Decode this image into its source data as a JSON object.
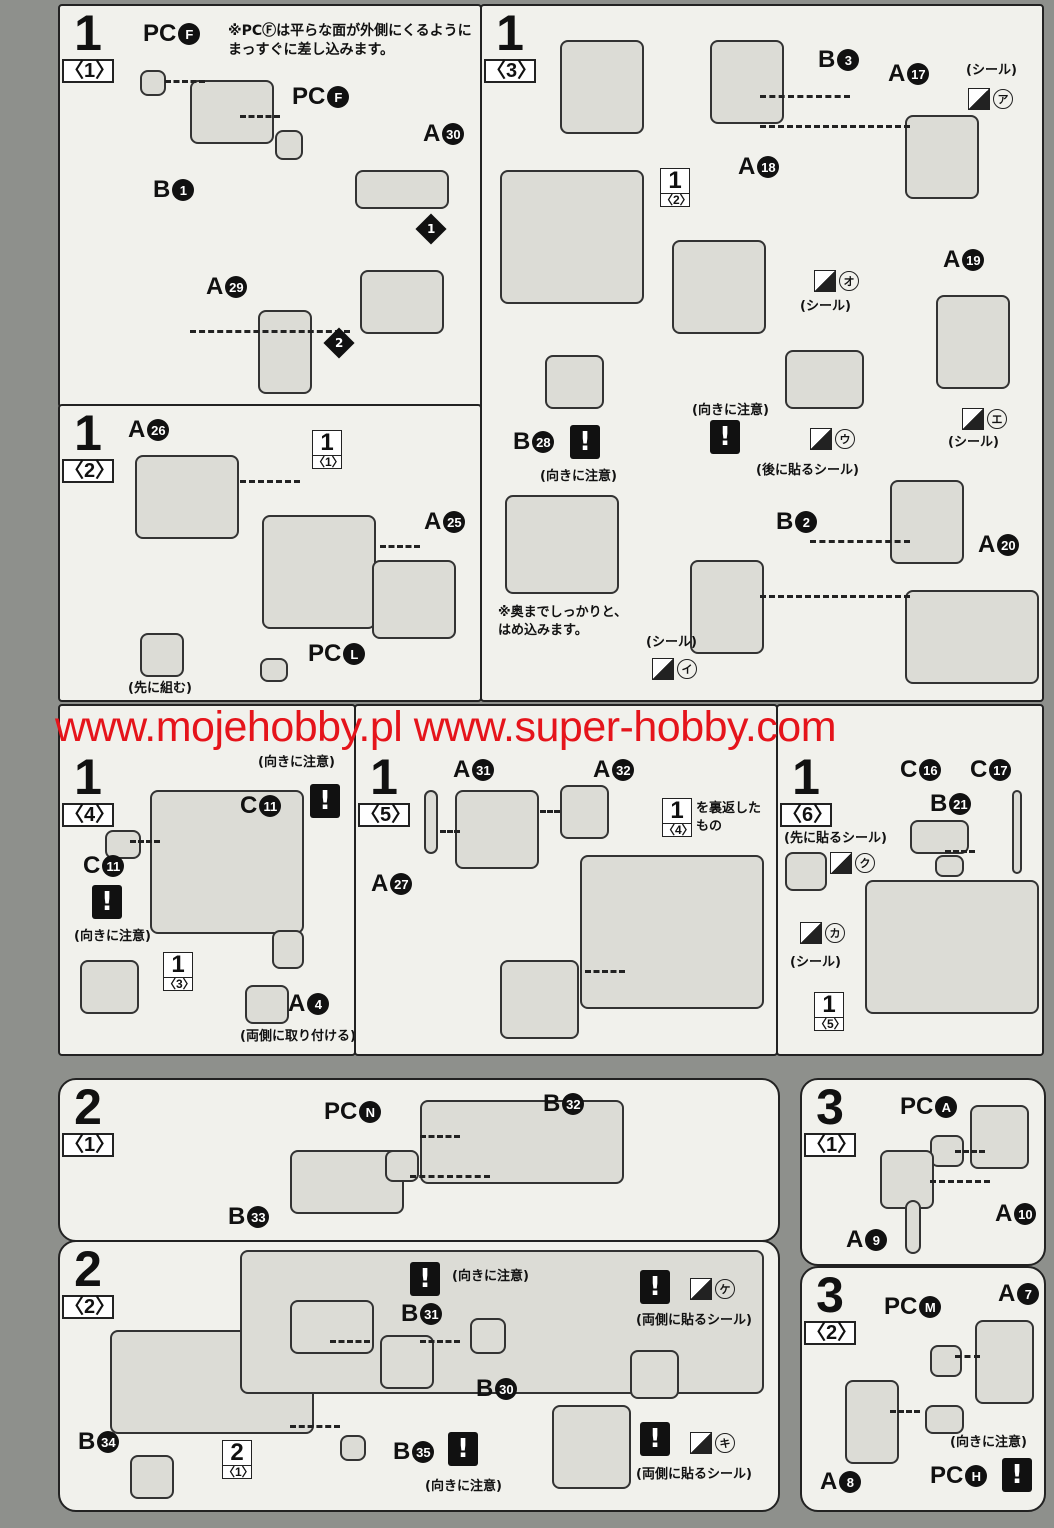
{
  "watermark": "www.mojehobby.pl www.super-hobby.com",
  "panels": [
    {
      "id": "1-1",
      "step": "1",
      "sub": "〈1〉",
      "note": "※PCⒻは平らな面が外側にくるようにまっすぐに差し込みます。",
      "parts": [
        {
          "l": "PC",
          "n": "F"
        },
        {
          "l": "PC",
          "n": "F"
        },
        {
          "l": "B",
          "n": "1"
        },
        {
          "l": "A",
          "n": "30"
        },
        {
          "l": "A",
          "n": "29"
        }
      ],
      "order": [
        "1",
        "2"
      ]
    },
    {
      "id": "1-3",
      "step": "1",
      "sub": "〈3〉",
      "parts": [
        {
          "l": "B",
          "n": "3"
        },
        {
          "l": "A",
          "n": "17"
        },
        {
          "l": "A",
          "n": "18"
        },
        {
          "l": "B",
          "n": "28"
        },
        {
          "l": "A",
          "n": "19"
        },
        {
          "l": "B",
          "n": "2"
        },
        {
          "l": "A",
          "n": "20"
        }
      ],
      "refs": [
        {
          "n": "1",
          "s": "〈2〉"
        }
      ],
      "notes": [
        "(シール)",
        "(向きに注意)",
        "(シール)",
        "(向きに注意)",
        "(後に貼るシール)",
        "(シール)",
        "(シール)",
        "※奥までしっかりと、\nはめ込みます。"
      ],
      "seals": [
        "ア",
        "オ",
        "ウ",
        "エ",
        "イ"
      ]
    },
    {
      "id": "1-2",
      "step": "1",
      "sub": "〈2〉",
      "parts": [
        {
          "l": "A",
          "n": "26"
        },
        {
          "l": "A",
          "n": "25"
        },
        {
          "l": "PC",
          "n": "L"
        }
      ],
      "refs": [
        {
          "n": "1",
          "s": "〈1〉"
        }
      ],
      "notes": [
        "(先に組む)"
      ]
    },
    {
      "id": "1-4",
      "step": "1",
      "sub": "〈4〉",
      "parts": [
        {
          "l": "C",
          "n": "11"
        },
        {
          "l": "C",
          "n": "11"
        },
        {
          "l": "A",
          "n": "4"
        }
      ],
      "refs": [
        {
          "n": "1",
          "s": "〈3〉"
        }
      ],
      "notes": [
        "(向きに注意)",
        "(向きに注意)",
        "(両側に取り付ける)"
      ]
    },
    {
      "id": "1-5",
      "step": "1",
      "sub": "〈5〉",
      "parts": [
        {
          "l": "A",
          "n": "31"
        },
        {
          "l": "A",
          "n": "32"
        },
        {
          "l": "A",
          "n": "27"
        }
      ],
      "refs": [
        {
          "n": "1",
          "s": "〈4〉"
        }
      ],
      "notes": [
        "を裏返した\nもの"
      ]
    },
    {
      "id": "1-6",
      "step": "1",
      "sub": "〈6〉",
      "parts": [
        {
          "l": "C",
          "n": "16"
        },
        {
          "l": "C",
          "n": "17"
        },
        {
          "l": "B",
          "n": "21"
        }
      ],
      "refs": [
        {
          "n": "1",
          "s": "〈5〉"
        }
      ],
      "notes": [
        "(先に貼るシール)",
        "(シール)"
      ],
      "seals": [
        "ク",
        "カ"
      ]
    },
    {
      "id": "2-1",
      "step": "2",
      "sub": "〈1〉",
      "parts": [
        {
          "l": "PC",
          "n": "N"
        },
        {
          "l": "B",
          "n": "32"
        },
        {
          "l": "B",
          "n": "33"
        }
      ]
    },
    {
      "id": "2-2",
      "step": "2",
      "sub": "〈2〉",
      "parts": [
        {
          "l": "B",
          "n": "31"
        },
        {
          "l": "B",
          "n": "30"
        },
        {
          "l": "B",
          "n": "34"
        },
        {
          "l": "B",
          "n": "35"
        }
      ],
      "refs": [
        {
          "n": "2",
          "s": "〈1〉"
        }
      ],
      "notes": [
        "(向きに注意)",
        "(向きに注意)",
        "(両側に貼るシール)",
        "(両側に貼るシール)"
      ],
      "seals": [
        "ケ",
        "キ"
      ]
    },
    {
      "id": "3-1",
      "step": "3",
      "sub": "〈1〉",
      "parts": [
        {
          "l": "PC",
          "n": "A"
        },
        {
          "l": "A",
          "n": "10"
        },
        {
          "l": "A",
          "n": "9"
        }
      ]
    },
    {
      "id": "3-2",
      "step": "3",
      "sub": "〈2〉",
      "parts": [
        {
          "l": "PC",
          "n": "M"
        },
        {
          "l": "A",
          "n": "7"
        },
        {
          "l": "A",
          "n": "8"
        },
        {
          "l": "PC",
          "n": "H"
        }
      ],
      "notes": [
        "(向きに注意)"
      ]
    }
  ]
}
